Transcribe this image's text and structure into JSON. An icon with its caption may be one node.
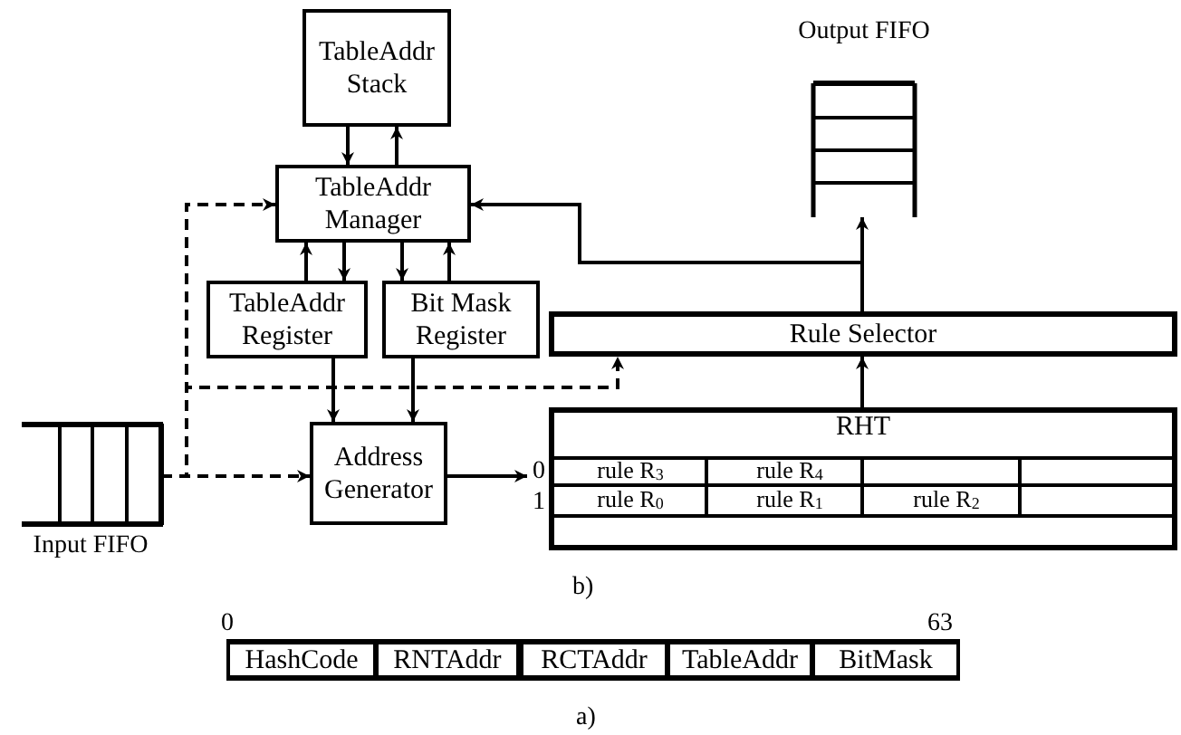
{
  "diagram": {
    "nodes": [
      {
        "text": [
          "TableAddr Stack"
        ]
      },
      {
        "text": [
          "TableAddr Manager"
        ]
      },
      {
        "text": [
          "TableAddr Register"
        ]
      },
      {
        "text": [
          "Bit Mask Register"
        ]
      },
      {
        "text": [
          "Rule Selector"
        ]
      },
      {
        "text": [
          "Output FIFO"
        ]
      },
      {
        "text": [
          "Input FIFO"
        ]
      },
      {
        "text": [
          "Address Generator"
        ]
      },
      {
        "text": [
          "RHT",
          "rule R$_{3}$",
          "rule R$_{4}$",
          "rule R$_{0}$",
          "rule R$_{1}$",
          "rule R$_{2}$"
        ]
      }
    ],
    "edges": [
      {
        "from": 0,
        "to": 1,
        "arrow": "to"
      },
      {
        "from": 1,
        "to": 0,
        "arrow": "to"
      },
      {
        "from": 2,
        "to": 1,
        "arrow": "to"
      },
      {
        "from": 1,
        "to": 2,
        "arrow": "to"
      },
      {
        "from": 1,
        "to": 3,
        "arrow": "to"
      },
      {
        "from": 3,
        "to": 1,
        "arrow": "to"
      },
      {
        "from": 2,
        "to": 7,
        "arrow": "to"
      },
      {
        "from": 3,
        "to": 7,
        "arrow": "to"
      },
      {
        "from": 6,
        "to": 7,
        "arrow": "to",
        "style": "dashed"
      },
      {
        "from": 6,
        "to": 1,
        "arrow": "to",
        "style": "dashed"
      },
      {
        "from": 6,
        "to": 4,
        "arrow": "to",
        "style": "dashed"
      },
      {
        "from": 7,
        "to": 8,
        "arrow": "to"
      },
      {
        "from": 8,
        "to": 4,
        "arrow": "to"
      },
      {
        "from": 4,
        "to": 5,
        "arrow": "to"
      },
      {
        "from": 4,
        "to": 1,
        "arrow": "to"
      }
    ],
    "labels": [
      "0",
      "1",
      "b)",
      "0",
      "63",
      "HashCode",
      "RNTAddr",
      "RCTAddr",
      "TableAddr",
      "BitMask",
      "a)"
    ]
  }
}
